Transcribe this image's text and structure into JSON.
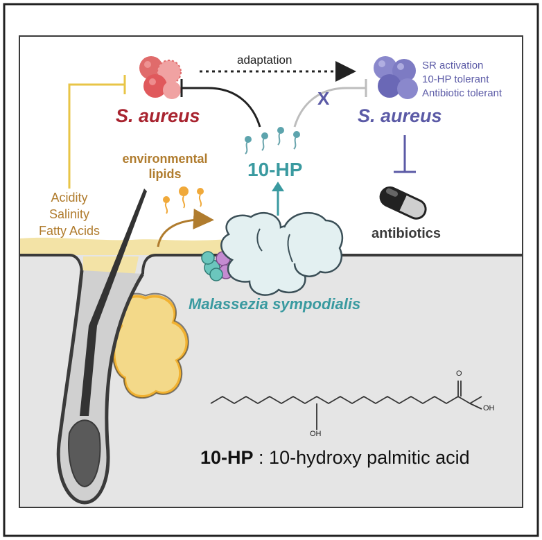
{
  "labels": {
    "adaptation": "adaptation",
    "s_aureus_left": "S. aureus",
    "s_aureus_right": "S. aureus",
    "sr_lines": [
      "SR activation",
      "10-HP tolerant",
      "Antibiotic tolerant"
    ],
    "block_mark": "X",
    "env_lipids_lines": [
      "environmental",
      "lipids"
    ],
    "ten_hp": "10-HP",
    "conditions_lines": [
      "Acidity",
      "Salinity",
      "Fatty Acids"
    ],
    "antibiotics": "antibiotics",
    "malassezia": "Malassezia sympodialis",
    "oh_top": "OH",
    "oh_bottom": "OH",
    "o_label": "O",
    "formula_abbrev": "10-HP",
    "formula_sep": " : ",
    "formula_name": "10-hydroxy palmitic acid"
  },
  "colors": {
    "red": "#a8232f",
    "blue_purple": "#5b5aa6",
    "teal": "#3a9aa0",
    "gold": "#e8c547",
    "brown": "#b07c2e",
    "sebum": "#f3e3a6",
    "skin": "#e5e5e5"
  },
  "icons": {
    "red_cluster": "bacteria-cluster-icon",
    "blue_cluster": "bacteria-cluster-icon",
    "pill": "capsule-icon",
    "yeast": "yeast-cell-icon",
    "hair": "hair-follicle-icon"
  }
}
